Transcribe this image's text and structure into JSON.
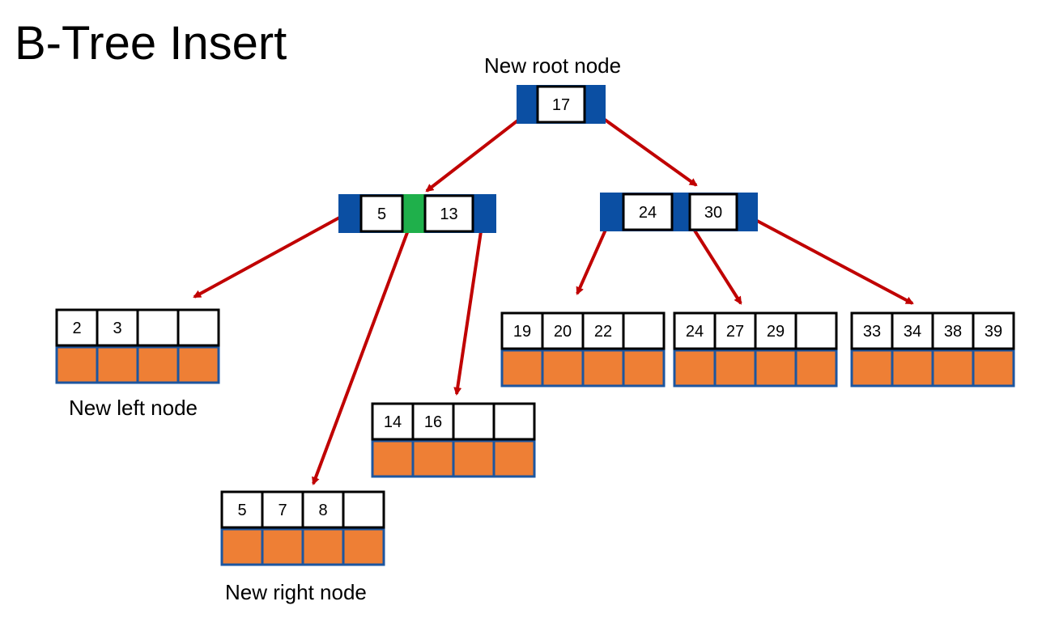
{
  "title": "B-Tree Insert",
  "labels": {
    "root": "New root node",
    "left": "New left node",
    "right": "New right node"
  },
  "colors": {
    "inner_node": "#0b4fa3",
    "inner_highlight": "#1fb04b",
    "leaf_data": "#ee7f35",
    "leaf_border": "#1c56a0",
    "arrow": "#c00000"
  },
  "tree": {
    "root": {
      "keys": [
        "17"
      ]
    },
    "inner_left": {
      "keys": [
        "5",
        "13"
      ]
    },
    "inner_right": {
      "keys": [
        "24",
        "30"
      ]
    },
    "leaves": [
      {
        "name": "leaf-2-3",
        "keys": [
          "2",
          "3",
          "",
          ""
        ]
      },
      {
        "name": "leaf-5-7-8",
        "keys": [
          "5",
          "7",
          "8",
          ""
        ]
      },
      {
        "name": "leaf-14-16",
        "keys": [
          "14",
          "16",
          "",
          ""
        ]
      },
      {
        "name": "leaf-19-20-22",
        "keys": [
          "19",
          "20",
          "22",
          ""
        ]
      },
      {
        "name": "leaf-24-27-29",
        "keys": [
          "24",
          "27",
          "29",
          ""
        ]
      },
      {
        "name": "leaf-33-34-38-39",
        "keys": [
          "33",
          "34",
          "38",
          "39"
        ]
      }
    ]
  }
}
